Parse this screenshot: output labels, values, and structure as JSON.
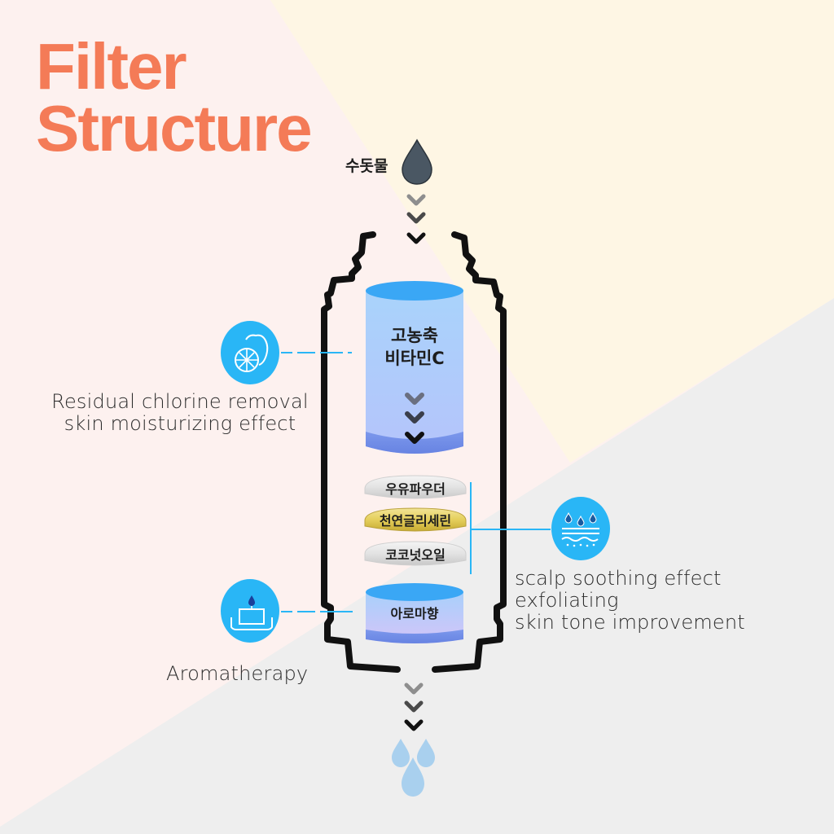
{
  "title": {
    "line1": "Filter",
    "line2": "Structure"
  },
  "colors": {
    "title": "#f47b57",
    "bg_pink": "#fdf1ef",
    "bg_cream": "#fef6e4",
    "bg_gray": "#eeeeee",
    "accent_blue": "#29b6f6",
    "housing": "#111111",
    "water_drop_dark": "#4a5763",
    "water_drop_light": "#a9d0ee"
  },
  "input": {
    "label": "수돗물",
    "icon": "water-drop-icon"
  },
  "layers": [
    {
      "id": "vitamin-c",
      "label_line1": "고농축",
      "label_line2": "비타민C"
    },
    {
      "id": "milk-powder",
      "label": "우유파우더"
    },
    {
      "id": "glycerin",
      "label": "천연글리세린"
    },
    {
      "id": "coconut-oil",
      "label": "코코넛오일"
    },
    {
      "id": "aroma",
      "label": "아로마향"
    }
  ],
  "callouts": {
    "vitamin_c": {
      "icon": "lemon-slice-icon",
      "lines": [
        "Residual chlorine removal",
        "skin moisturizing effect"
      ]
    },
    "middle": {
      "icon": "water-waves-icon",
      "lines": [
        "scalp soothing effect",
        "exfoliating",
        "skin tone improvement"
      ]
    },
    "aroma": {
      "icon": "candle-icon",
      "lines": [
        "Aromatherapy"
      ]
    }
  },
  "output": {
    "icon": "water-drops-icon"
  }
}
